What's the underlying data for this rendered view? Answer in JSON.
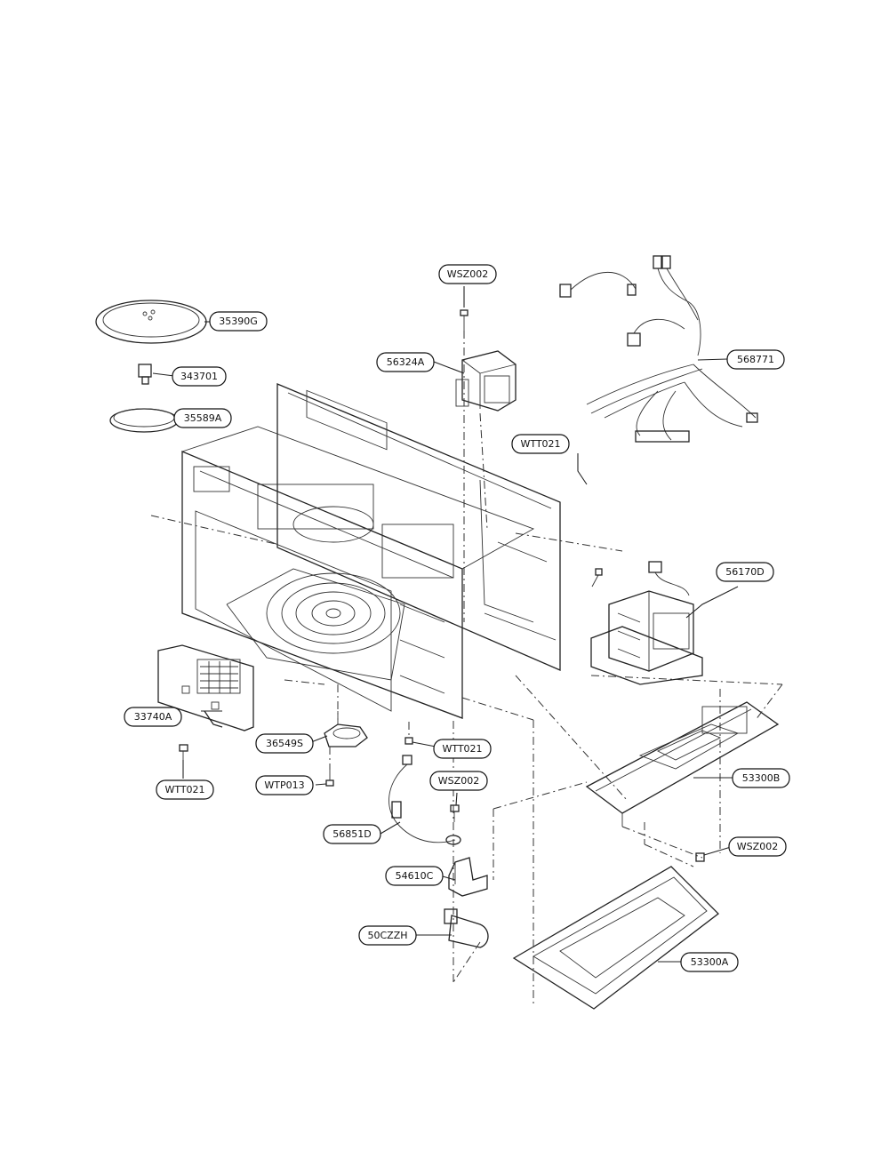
{
  "labels": {
    "wsz002_top": "WSZ002",
    "p35390g": "35390G",
    "p56324a": "56324A",
    "p568771": "568771",
    "p343701": "343701",
    "p35589a": "35589A",
    "wtt021_right": "WTT021",
    "p56170d": "56170D",
    "p33740a": "33740A",
    "p36549s": "36549S",
    "wtt021_mid": "WTT021",
    "wtt021_left": "WTT021",
    "wtp013": "WTP013",
    "wsz002_mid": "WSZ002",
    "p53300b": "53300B",
    "p56851d": "56851D",
    "wsz002_right": "WSZ002",
    "p54610c": "54610C",
    "p50czzh": "50CZZH",
    "p53300a": "53300A"
  }
}
